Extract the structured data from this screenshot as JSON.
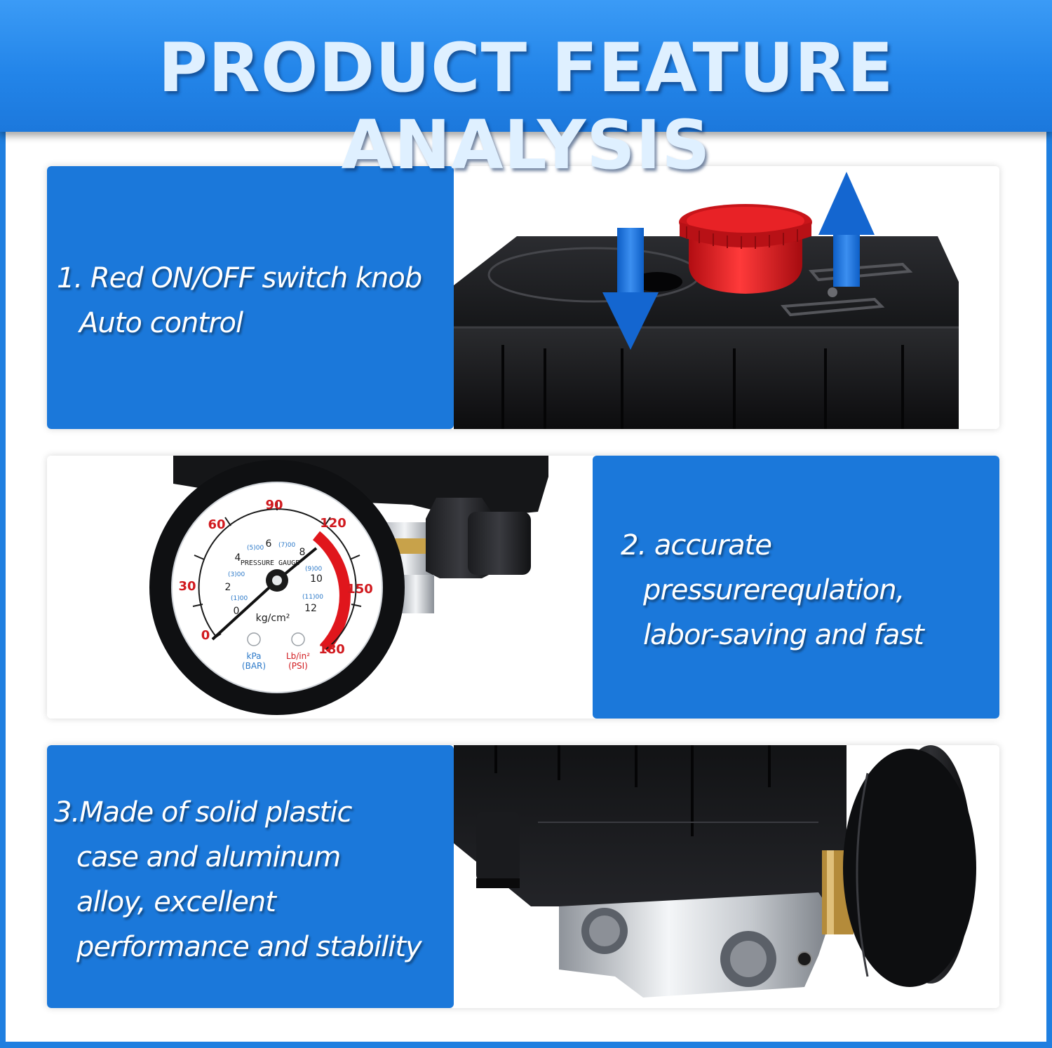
{
  "header": {
    "title": "PRODUCT FEATURE ANALYSIS"
  },
  "features": [
    {
      "lines": [
        "1. Red ON/OFF switch knob",
        "Auto control"
      ]
    },
    {
      "lines": [
        "2. accurate",
        "pressurerequlation,",
        "labor-saving and fast"
      ]
    },
    {
      "lines": [
        "3.Made of solid plastic",
        "case and aluminum",
        "alloy, excellent",
        "performance and stability"
      ]
    }
  ],
  "gauge": {
    "title": "PRESSURE GAUGE",
    "unit_center": "kg/cm²",
    "inner_ticks": [
      "0",
      "2",
      "4",
      "6",
      "8",
      "10",
      "12"
    ],
    "bar_ticks": [
      "(1)00",
      "(3)00",
      "(5)00",
      "(7)00",
      "(9)00",
      "(11)00"
    ],
    "outer_ticks": [
      "0",
      "30",
      "60",
      "90",
      "120",
      "150",
      "180"
    ],
    "left_unit": [
      "kPa",
      "(BAR)"
    ],
    "right_unit": [
      "Lb/in²",
      "(PSI)"
    ]
  },
  "colors": {
    "header_blue": "#2385e9",
    "panel_blue": "#1b78da",
    "knob_red": "#e3151b",
    "arrow_blue": "#1466d0"
  }
}
